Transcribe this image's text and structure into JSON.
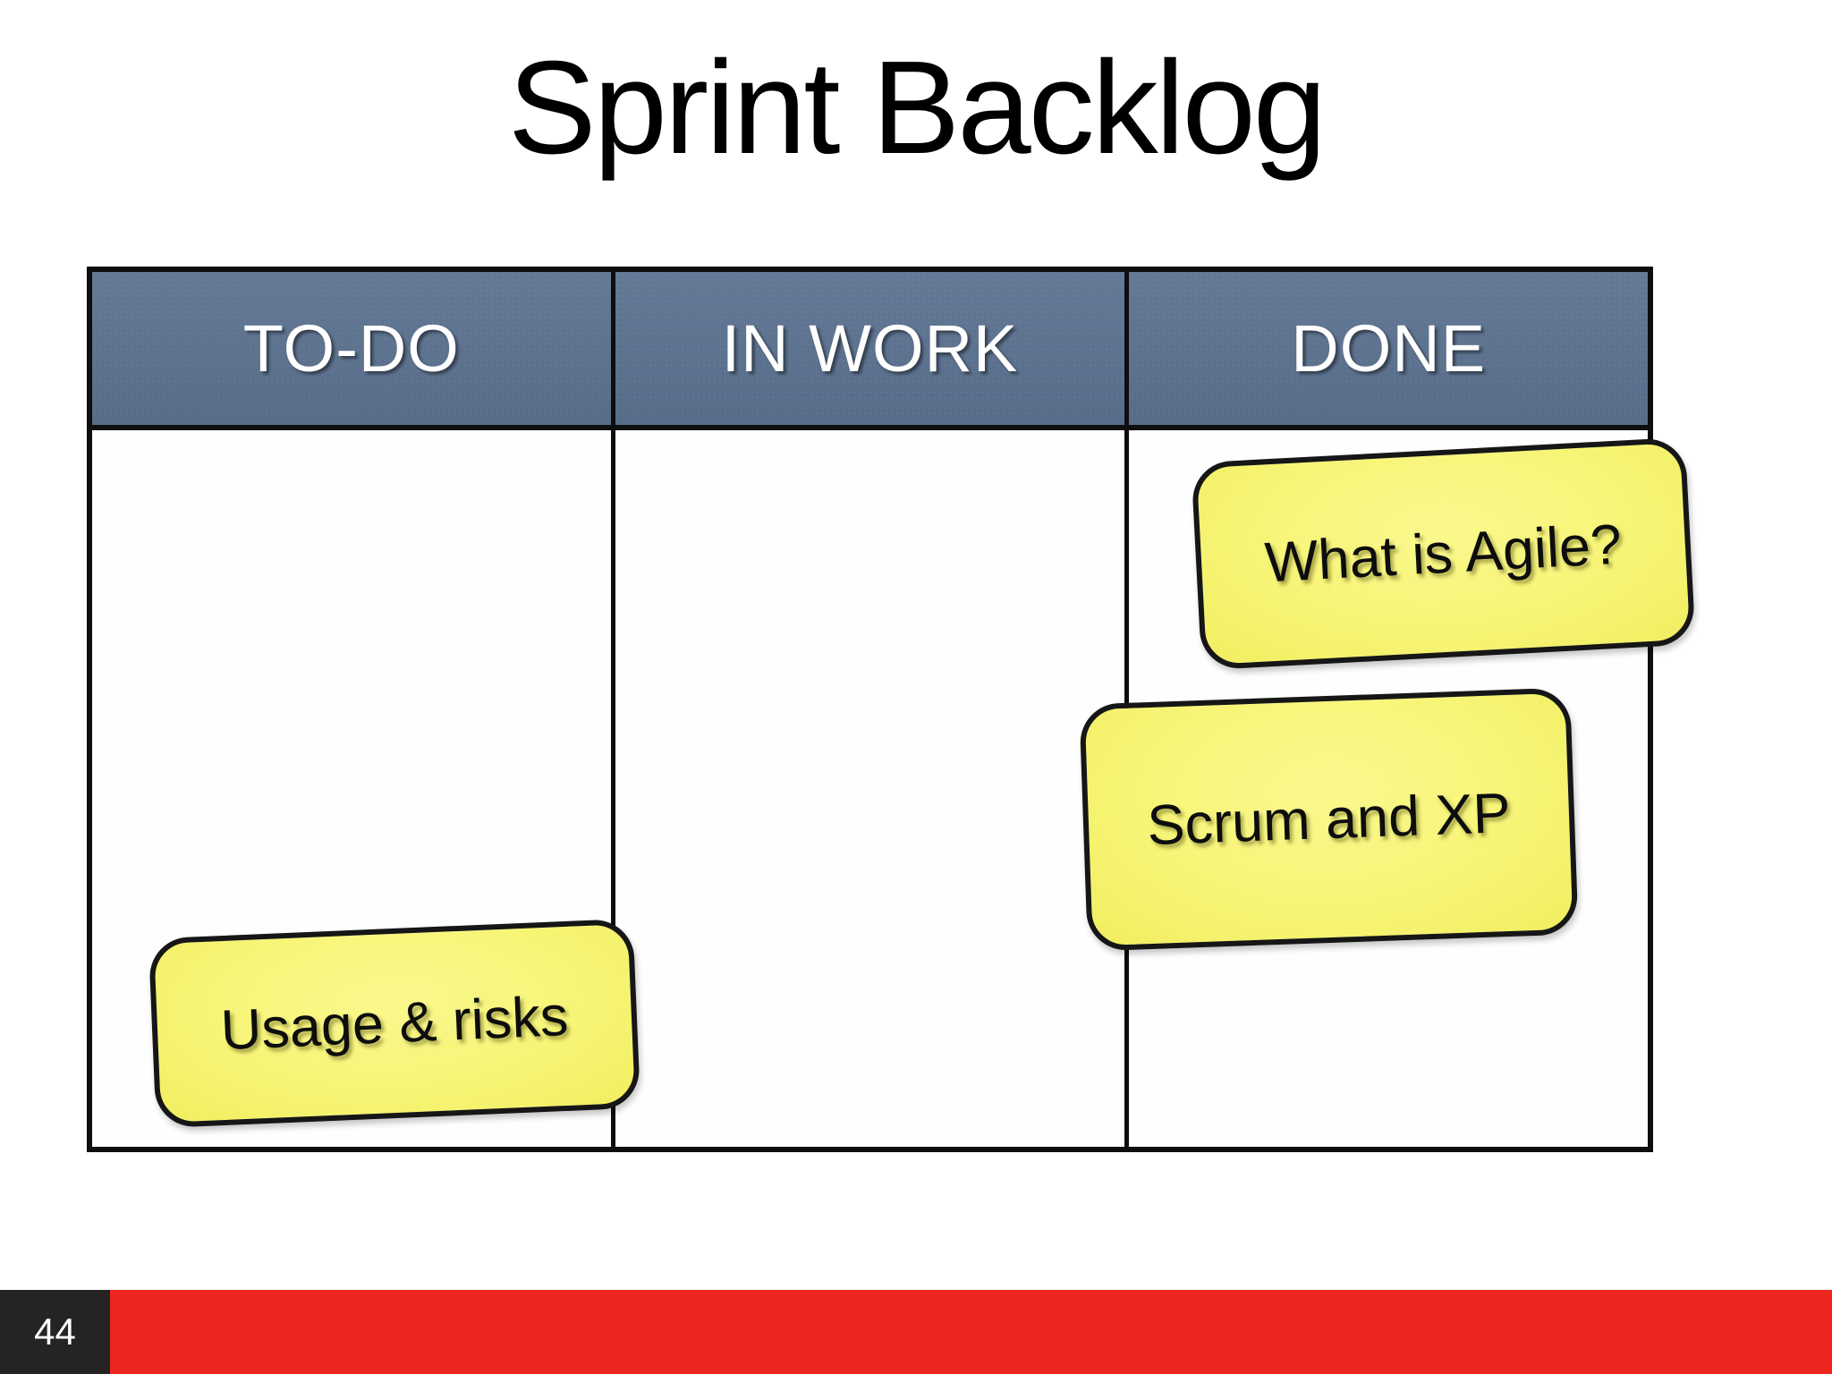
{
  "slide": {
    "title": "Sprint Backlog",
    "page_number": "44"
  },
  "board": {
    "columns": [
      {
        "id": "todo",
        "label": "TO-DO"
      },
      {
        "id": "inwork",
        "label": "IN WORK"
      },
      {
        "id": "done",
        "label": "DONE"
      }
    ],
    "notes": [
      {
        "text": "What is Agile?",
        "column": "done"
      },
      {
        "text": "Scrum and XP",
        "column": "done"
      },
      {
        "text": "Usage & risks",
        "column": "todo"
      }
    ]
  },
  "colors": {
    "header_bg": "#5b7290",
    "header_text": "#ffffff",
    "note_bg": "#f7f577",
    "note_border": "#161616",
    "table_border": "#0e0e0e",
    "footer_bar": "#ee2620",
    "page_box_bg": "#262324",
    "page_text": "#ffffff"
  }
}
